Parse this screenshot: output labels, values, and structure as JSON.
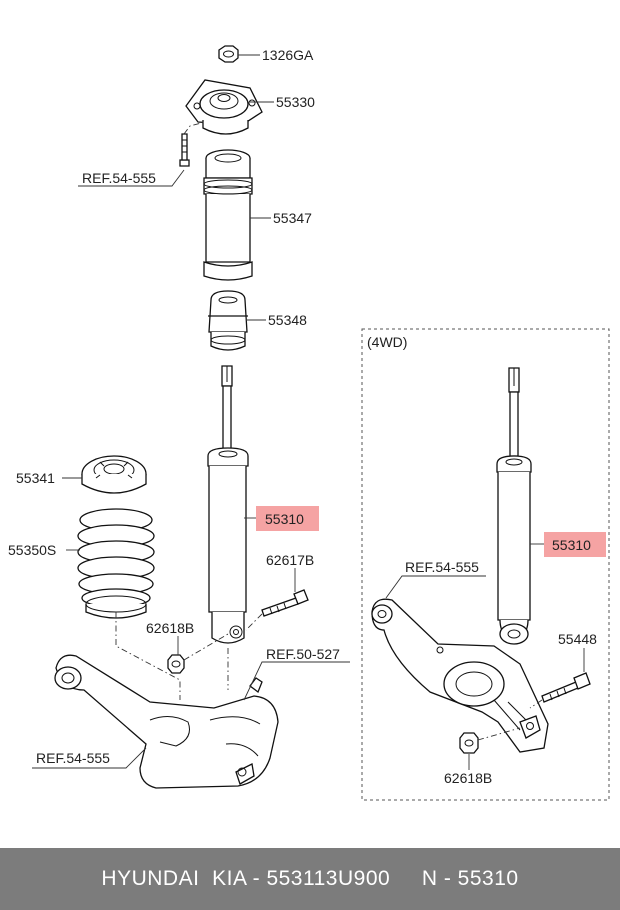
{
  "diagram": {
    "labels": {
      "nut_top": "1326GA",
      "mount": "55330",
      "ref_bolt": "REF.54-555",
      "dust_cover": "55347",
      "bump_stopper": "55348",
      "spring_pad": "55341",
      "coil_spring": "55350S",
      "shock_absorber": "55310",
      "bolt_lower": "62617B",
      "nut_lower": "62618B",
      "ref_knuckle": "REF.50-527",
      "ref_arm_left": "REF.54-555"
    },
    "awd_box": {
      "title": "(4WD)",
      "labels": {
        "ref_arm": "REF.54-555",
        "shock_absorber": "55310",
        "bolt": "55448",
        "nut": "62618B"
      }
    },
    "highlight_color": "#f5a3a3"
  },
  "footer": {
    "text": "HYUNDAI  KIA - 553113U900     N - 55310"
  }
}
